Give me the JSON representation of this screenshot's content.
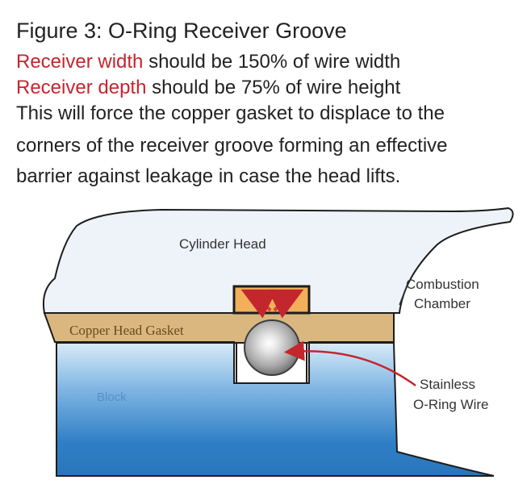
{
  "figure": {
    "title": "Figure 3: O-Ring Receiver Groove",
    "line1_highlight": "Receiver width",
    "line1_rest": " should be 150% of wire width",
    "line2_highlight": "Receiver depth",
    "line2_rest": " should be 75% of wire height",
    "line3": "This will force the copper gasket to displace to the",
    "line4": "corners of the receiver groove forming an effective",
    "line5": "barrier against leakage in case the head lifts."
  },
  "diagram": {
    "cylinder_head_label": "Cylinder Head",
    "combustion_label_line1": "Combustion",
    "combustion_label_line2": "Chamber",
    "gasket_label": "Copper Head Gasket",
    "block_label": "Block",
    "wire_label_line1": "Stainless",
    "wire_label_line2": "O-Ring Wire"
  },
  "colors": {
    "highlight_red": "#c4262e",
    "gasket_tan": "#d9b77e",
    "groove_orange": "#f2b05a",
    "block_blue": "#2f7fc6",
    "head_fill": "#eef3f9",
    "arrow_red": "#c4262e"
  }
}
